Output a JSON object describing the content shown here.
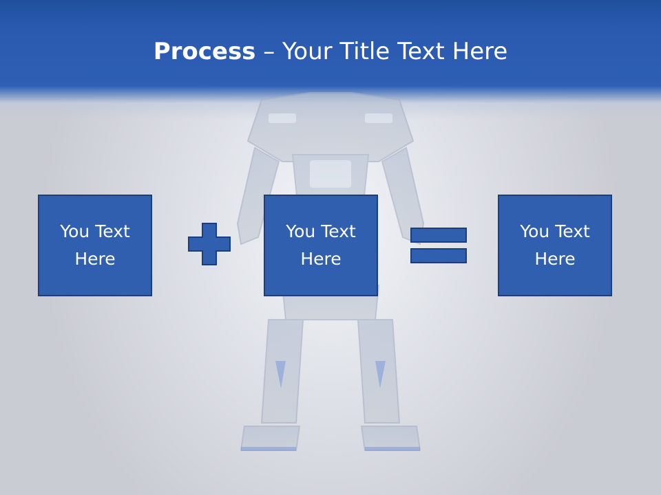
{
  "slide": {
    "title_bold": "Process",
    "title_rest": " – Your Title Text Here",
    "boxes": [
      {
        "text": "You Text Here"
      },
      {
        "text": "You Text Here"
      },
      {
        "text": "You Text Here"
      }
    ],
    "operators": [
      "plus-icon",
      "equals-icon"
    ]
  },
  "colors": {
    "header": "#2d5fb5",
    "box_fill": "#2f5fae",
    "box_border": "#1b3f7e",
    "background": "#d3d6dc",
    "text": "#ffffff"
  }
}
